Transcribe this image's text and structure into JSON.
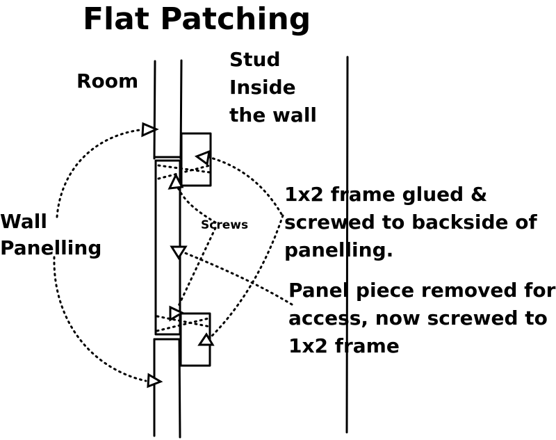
{
  "title": "Flat Patching",
  "labels": {
    "room": "Room",
    "stud": "Stud Inside the wall",
    "wall_panelling": "Wall Panelling",
    "screws": "Screws",
    "frame": "1x2 frame glued & screwed to backside of panelling.",
    "panel_removed": "Panel piece removed for access, now screwed to 1x2 frame"
  },
  "colors": {
    "ink": "#000000",
    "background": "#ffffff"
  }
}
